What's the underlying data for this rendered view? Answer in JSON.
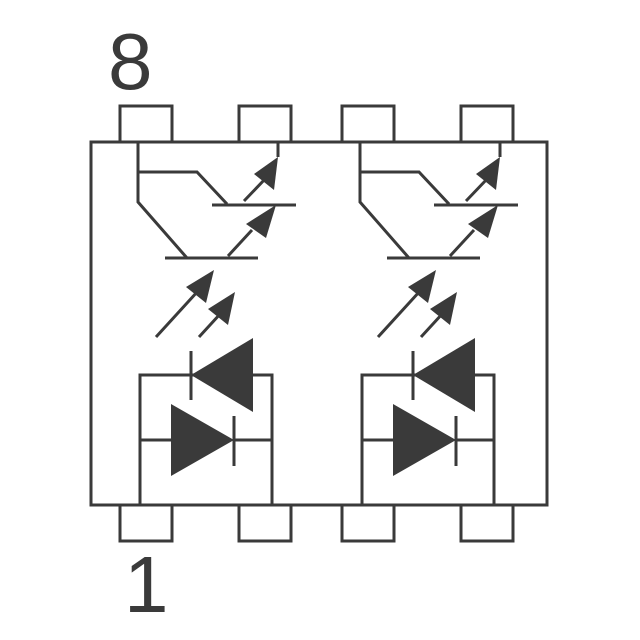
{
  "pin_labels": {
    "top": "8",
    "bottom": "1"
  },
  "colors": {
    "ink": "#3a3a3a",
    "background": "#ffffff"
  },
  "components": {
    "channel_1": [
      "photo-darlington-transistor",
      "light-arrows",
      "antiparallel-input-leds"
    ],
    "channel_2": [
      "photo-darlington-transistor",
      "light-arrows",
      "antiparallel-input-leds"
    ]
  }
}
